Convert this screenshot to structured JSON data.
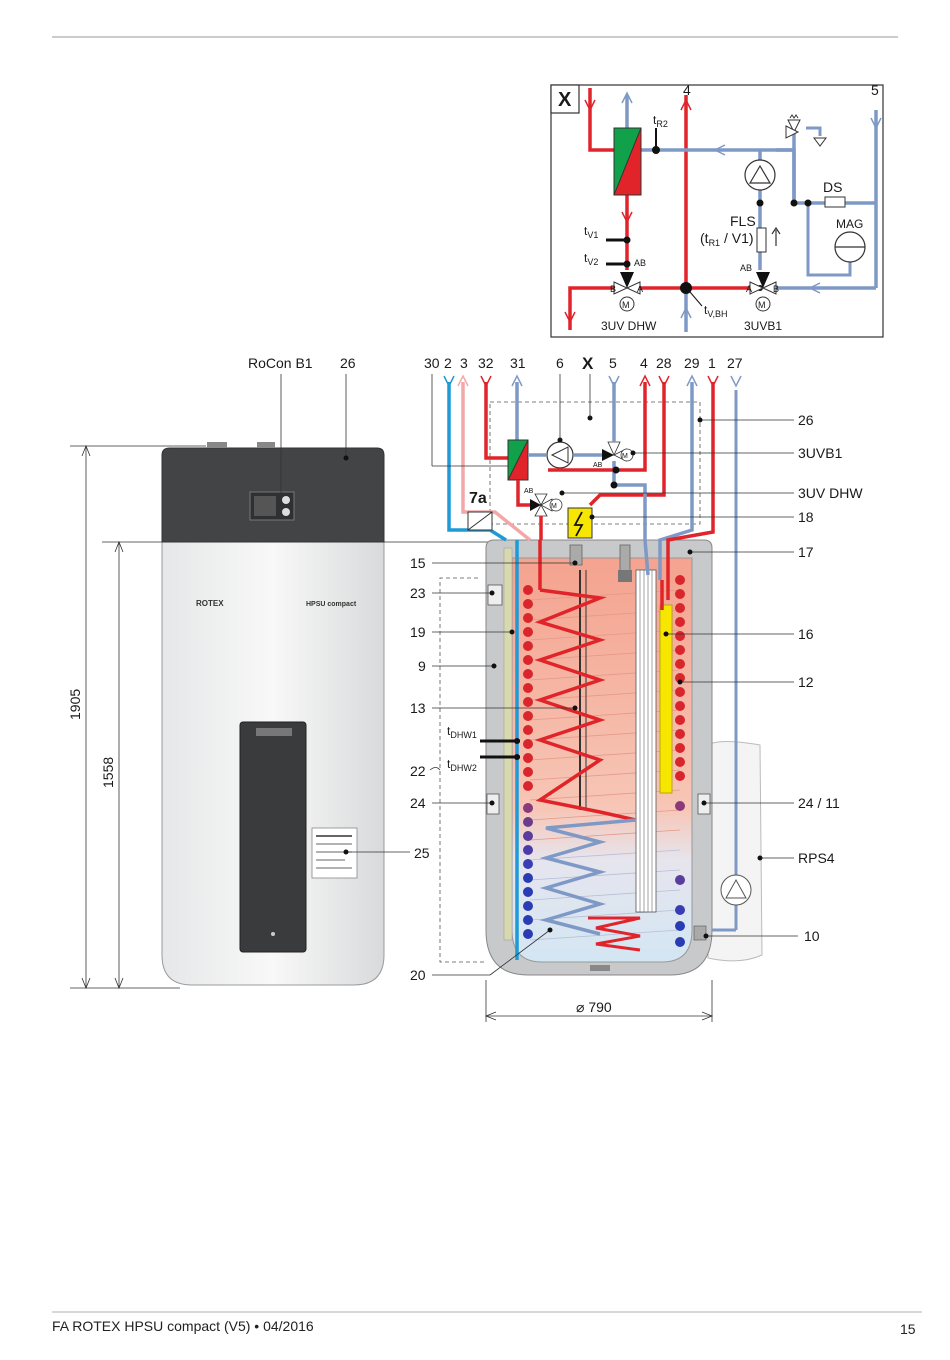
{
  "footer": {
    "doc": "FA ROTEX HPSU compact (V5) • 04/2016",
    "page": "15"
  },
  "unit": {
    "brand": "ROTEX",
    "model": "HPSU compact"
  },
  "dimensions": {
    "total_height": "1905",
    "tank_height": "1558",
    "diameter": "790"
  },
  "detail_x": {
    "marker": "X",
    "port_4": "4",
    "port_5": "5",
    "tR2": "R2",
    "tV1": "V1",
    "tV2": "V2",
    "tVBH": "V,BH",
    "t": "t",
    "fls": "FLS",
    "fls_sub_pre": "(t",
    "fls_sub": "R1",
    "fls_sub_post": " / V1)",
    "ds": "DS",
    "mag": "MAG",
    "valve_ab": "AB",
    "valve_a": "A",
    "valve_b": "B",
    "motor": "M",
    "uv_dhw": "3UV DHW",
    "uvb1": "3UVB1"
  },
  "top_labels": {
    "rocon": "RoCon B1",
    "n26": "26",
    "n30": "30",
    "n2": "2",
    "n3": "3",
    "n32": "32",
    "n31": "31",
    "n6": "6",
    "x": "X",
    "n5": "5",
    "n4": "4",
    "n28": "28",
    "n29": "29",
    "n1": "1",
    "n27": "27"
  },
  "left_labels": {
    "n15": "15",
    "n23": "23",
    "n19": "19",
    "n9": "9",
    "n13": "13",
    "tdhw1_sub": "DHW1",
    "tdhw2_sub": "DHW2",
    "t": "t",
    "n22": "22",
    "n24": "24",
    "n25": "25",
    "n20": "20",
    "n7a": "7a"
  },
  "right_labels": {
    "n26": "26",
    "uvb1": "3UVB1",
    "uv_dhw": "3UV DHW",
    "n18": "18",
    "n17": "17",
    "n16": "16",
    "n12": "12",
    "n24_11": "24 / 11",
    "rps4": "RPS4",
    "n10": "10"
  },
  "colors": {
    "hot": "#e0242a",
    "cold": "#7f99c6",
    "dhw_cold": "#1e9ad6",
    "pink": "#f2a8a8",
    "tank_grey": "#c7c9cb",
    "cabinet_dark": "#414244",
    "heater": "#f7e600",
    "green": "#10a14a"
  }
}
